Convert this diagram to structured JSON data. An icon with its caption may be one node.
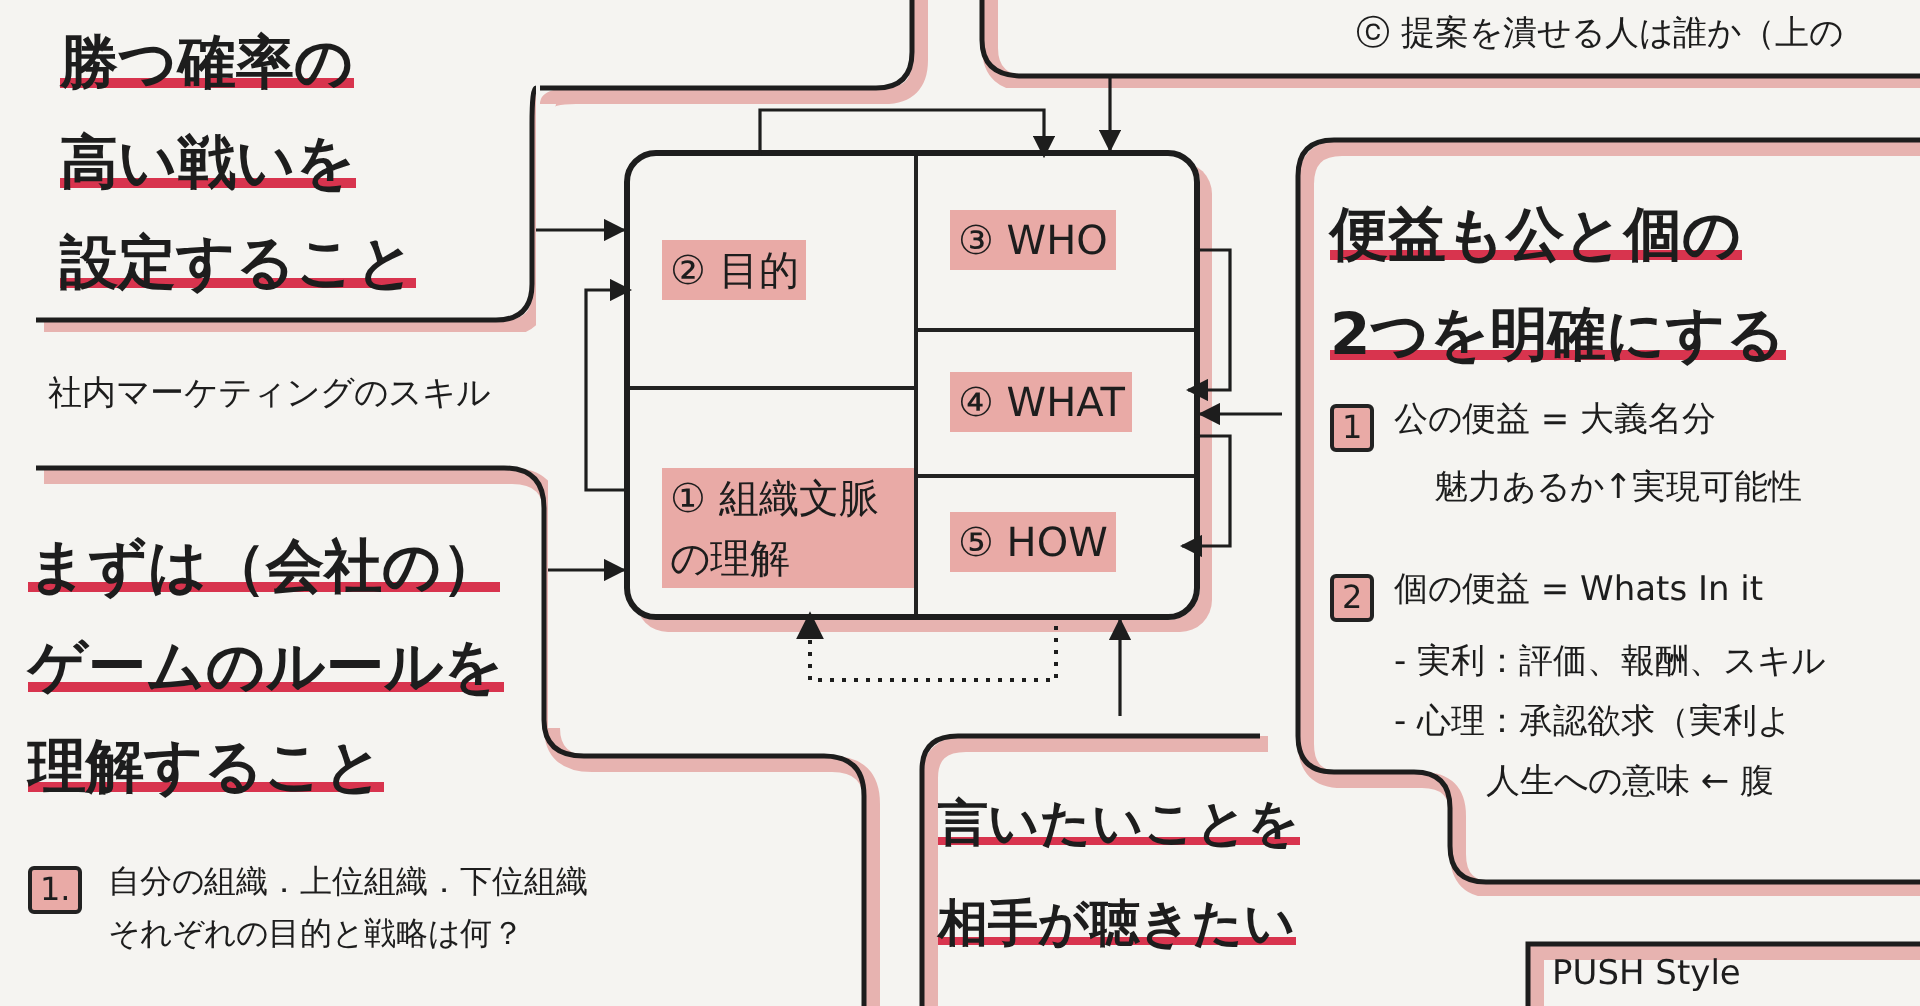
{
  "diagram": {
    "nodes": [
      {
        "text": [
          "勝つ確率の高い戦いを設定すること"
        ]
      },
      {
        "text": [
          "ⓒ 提案を潰せる人は誰か（上の"
        ]
      },
      {
        "text": [],
        "shape": "box"
      },
      {
        "text": [
          "② 目的"
        ],
        "in": 2
      },
      {
        "text": [
          "③ WHO"
        ],
        "in": 2
      },
      {
        "text": [
          "④ WHAT"
        ],
        "in": 2
      },
      {
        "text": [
          "① 組織文脈の理解"
        ],
        "in": 2
      },
      {
        "text": [
          "⑤ HOW"
        ],
        "in": 2
      },
      {
        "text": [
          "便益も公と個の2つを明確にする",
          "1",
          "公の便益 = 大義名分",
          "魅力あるか↑実現可能性",
          "2",
          "個の便益 = Whats In it",
          "- 実利：評価、報酬、スキル",
          "- 心理：承認欲求（実利よ",
          "人生への意味 ← 腹"
        ]
      },
      {
        "text": [
          "まずは（会社の）ゲームのルールを理解すること",
          "1.",
          "自分の組織．上位組織．下位組織それぞれの目的と戦略は何？"
        ]
      },
      {
        "text": [
          "言いたいことを相手が聴きたい"
        ]
      },
      {
        "text": [
          "PUSH Style"
        ]
      }
    ],
    "edges": [
      {
        "from": 0,
        "to": 2,
        "arrow": "to"
      },
      {
        "from": 1,
        "to": 2,
        "arrow": "to"
      },
      {
        "from": 8,
        "to": 2,
        "arrow": "to"
      },
      {
        "from": 9,
        "to": 2,
        "arrow": "to"
      },
      {
        "from": 10,
        "to": 2,
        "arrow": "to"
      },
      {
        "from": 6,
        "to": 3,
        "arrow": "to"
      },
      {
        "from": 3,
        "to": 4,
        "arrow": "to"
      },
      {
        "from": 4,
        "to": 5,
        "arrow": "to"
      },
      {
        "from": 5,
        "to": 7,
        "arrow": "to"
      },
      {
        "from": 7,
        "to": 6,
        "arrow": "to",
        "style": "dashed"
      }
    ],
    "labels": [
      "社内マーケティングのスキル"
    ]
  }
}
